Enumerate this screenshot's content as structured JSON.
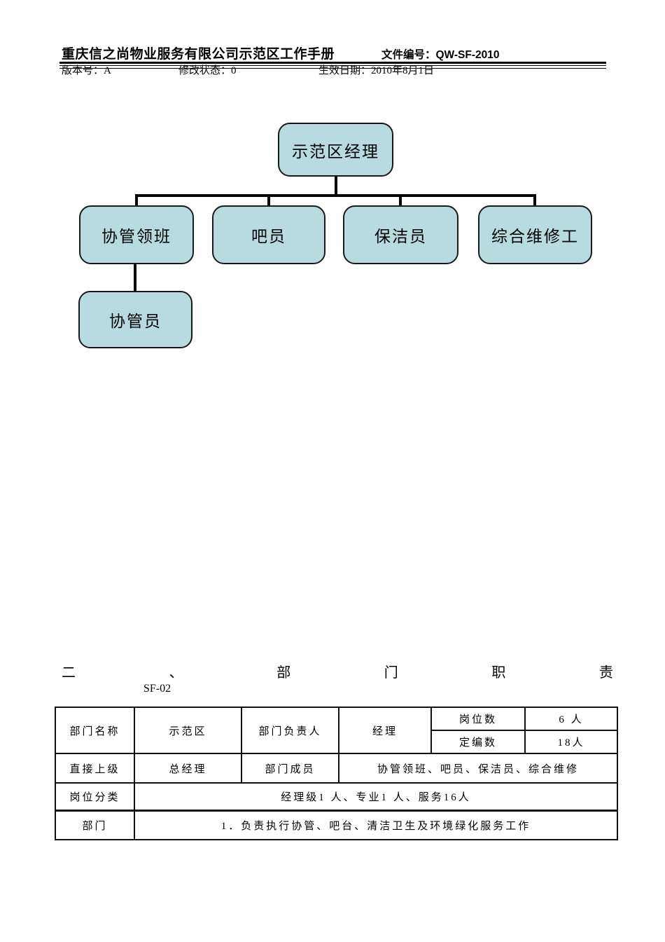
{
  "header": {
    "title": "重庆信之尚物业服务有限公司示范区工作手册",
    "doc_no": "文件编号：QW-SF-2010",
    "version": "版本号：A",
    "revision": "修改状态：0",
    "effective": "生效日期：2010年8月1日"
  },
  "org": {
    "root": "示范区经理",
    "level2": [
      "协管领班",
      "吧员",
      "保洁员",
      "综合维修工"
    ],
    "level3": [
      "协管员"
    ]
  },
  "section": {
    "title_chars": [
      "二",
      "、",
      "部",
      "门",
      "职",
      "责"
    ],
    "code": "SF-02"
  },
  "table": {
    "r1": {
      "c1": "部门名称",
      "c2": "示范区",
      "c3": "部门负责人",
      "c4": "经理",
      "c5a": "岗位数",
      "c6a": "6 人",
      "c5b": "定编数",
      "c6b": "18人"
    },
    "r2": {
      "c1": "直接上级",
      "c2": "总经理",
      "c3": "部门成员",
      "c4": "协管领班、吧员、保洁员、综合维修"
    },
    "r3": {
      "c1": "岗位分类",
      "c2": "经理级1 人、专业1 人、服务16人"
    },
    "r4": {
      "c1": "部门",
      "c2": "1．负责执行协管、吧台、清洁卫生及环境绿化服务工作"
    }
  },
  "colors": {
    "box_fill": "#b7dbde",
    "line": "#000000"
  }
}
